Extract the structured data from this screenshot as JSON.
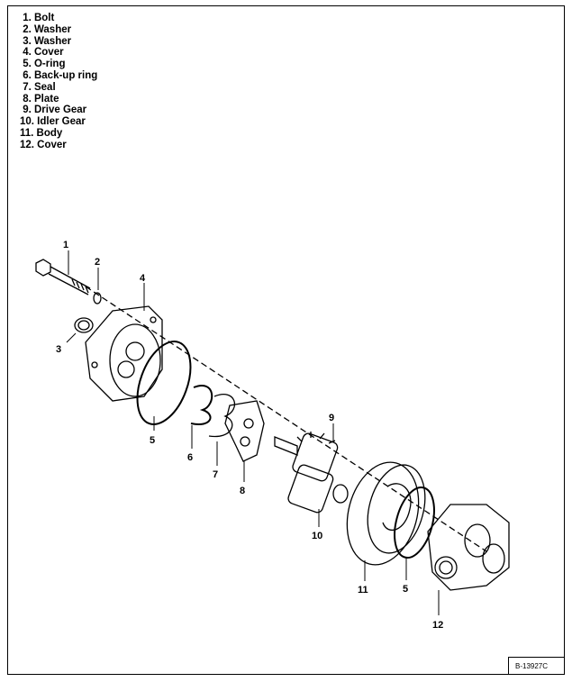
{
  "legend": [
    " 1. Bolt",
    " 2. Washer",
    " 3. Washer",
    " 4. Cover",
    " 5. O-ring",
    " 6. Back-up ring",
    " 7. Seal",
    " 8. Plate",
    " 9. Drive Gear",
    "10. Idler Gear",
    "11. Body",
    "12. Cover"
  ],
  "callouts": [
    "1",
    "2",
    "3",
    "4",
    "5",
    "6",
    "7",
    "8",
    "9",
    "10",
    "11",
    "5",
    "12"
  ],
  "figure_code": "B-13927C"
}
